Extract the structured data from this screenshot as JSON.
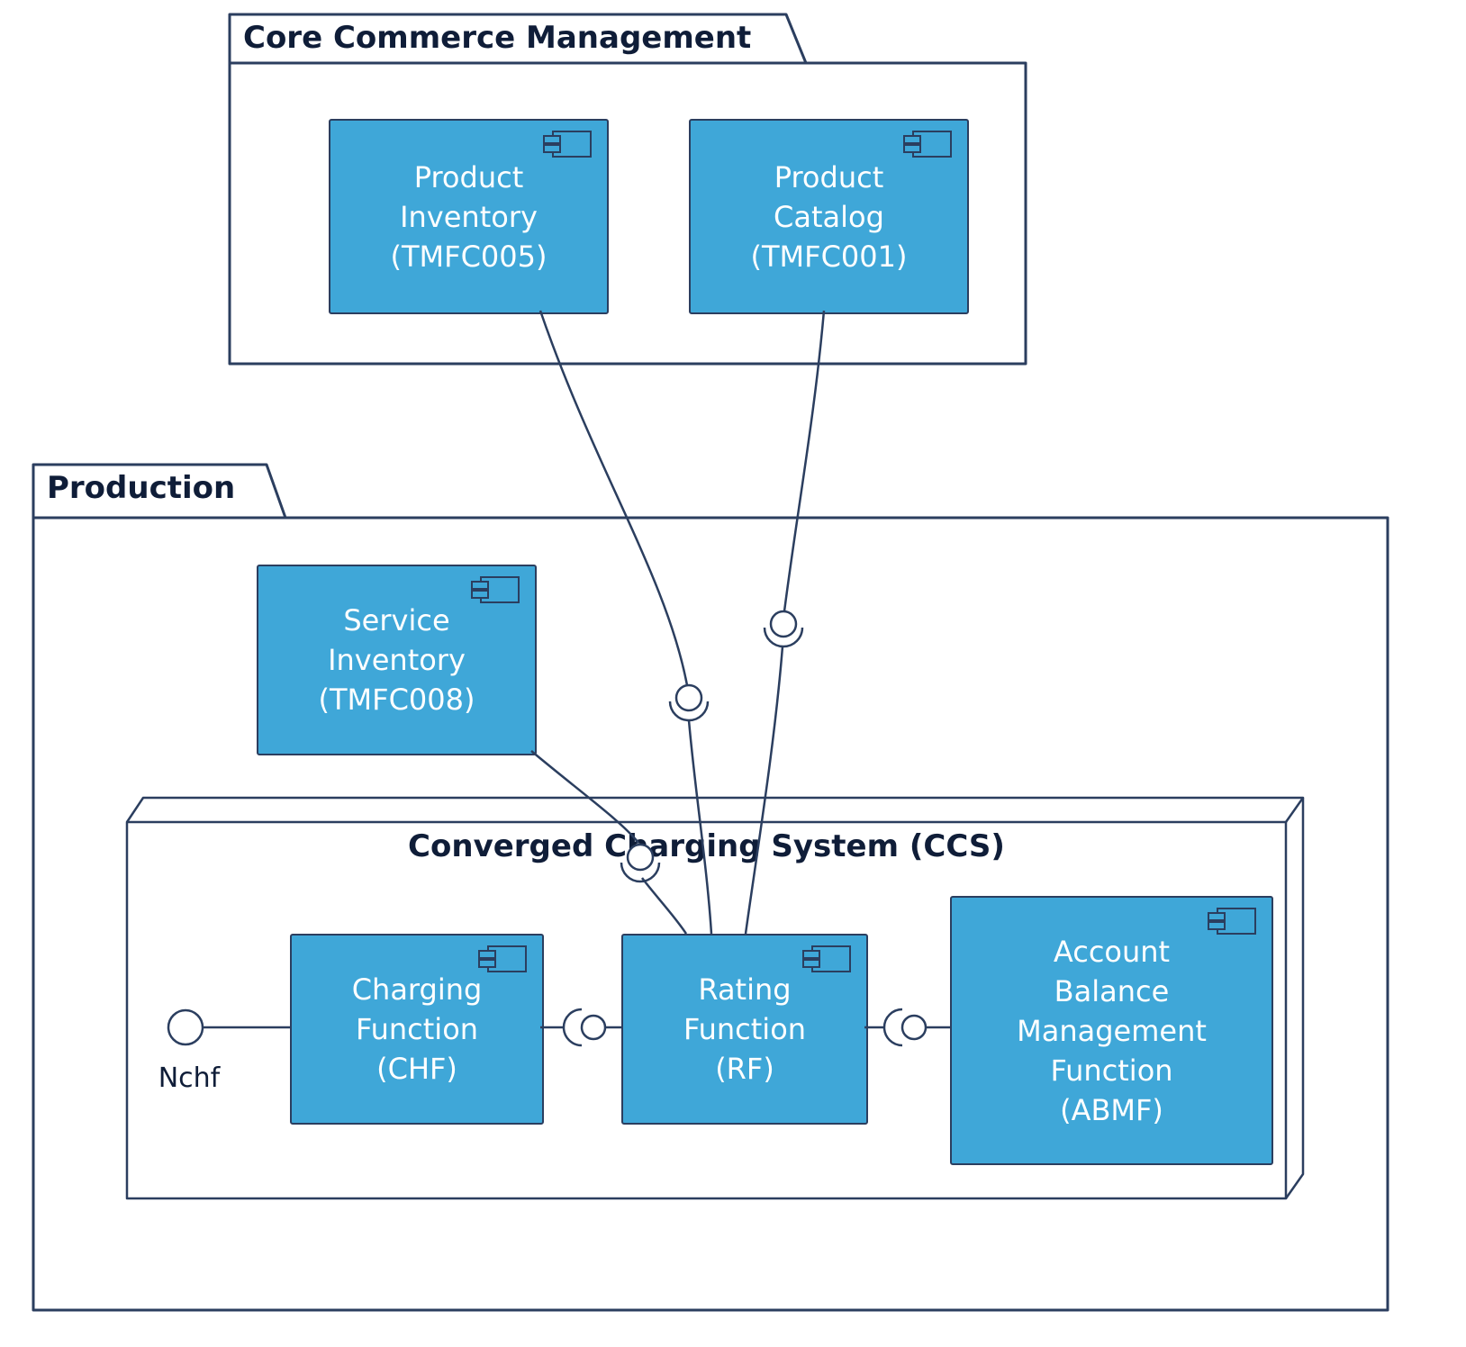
{
  "packages": {
    "core_commerce": {
      "title": "Core Commerce Management"
    },
    "production": {
      "title": "Production"
    }
  },
  "node_ccs": {
    "title": "Converged Charging System (CCS)"
  },
  "components": {
    "product_inventory": {
      "label": "Product\nInventory\n(TMFC005)"
    },
    "product_catalog": {
      "label": "Product\nCatalog\n(TMFC001)"
    },
    "service_inventory": {
      "label": "Service\nInventory\n(TMFC008)"
    },
    "charging_function": {
      "label": "Charging\nFunction\n(CHF)"
    },
    "rating_function": {
      "label": "Rating\nFunction\n(RF)"
    },
    "abmf": {
      "label": "Account\nBalance\nManagement\nFunction\n(ABMF)"
    }
  },
  "interfaces": {
    "nchf_label": "Nchf"
  },
  "icons": {
    "component": "uml-component-icon"
  },
  "colors": {
    "component_fill": "#3FA7D8",
    "component_text": "#FFFFFF",
    "line": "#2B3E5F",
    "title": "#0F1D38"
  }
}
